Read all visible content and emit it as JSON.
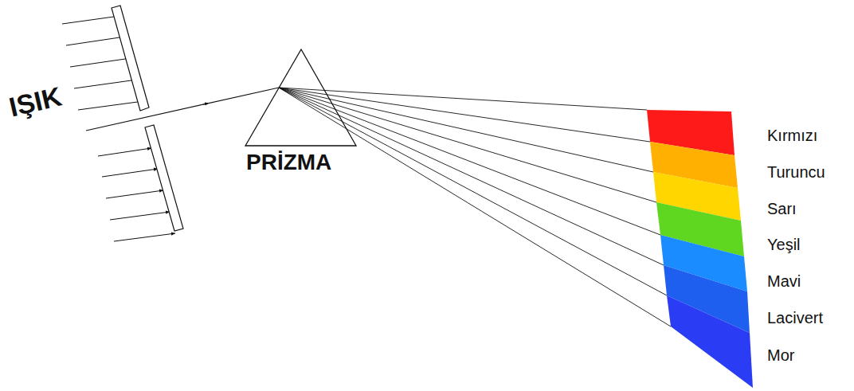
{
  "diagram": {
    "labels": [
      "IŞIK",
      "PRİZMA",
      "Kırmızı",
      "Turuncu",
      "Sarı",
      "Yeşil",
      "Mavi",
      "Lacivert",
      "Mor"
    ]
  }
}
